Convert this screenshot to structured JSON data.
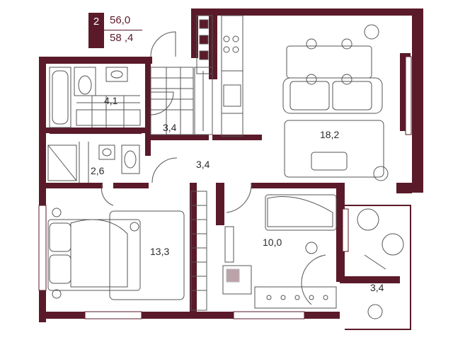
{
  "apartment": {
    "rooms_count": "2",
    "area_1": "56,0",
    "area_2": "58 ,4"
  },
  "rooms": {
    "bathroom": "4,1",
    "hall_small": "3,4",
    "wc": "2,6",
    "corridor": "3,4",
    "living_kitchen": "18,2",
    "bedroom_left": "13,3",
    "bedroom_right": "10,0",
    "balcony": "3,4"
  },
  "colors": {
    "wall": "#5a1a2a",
    "furniture_stroke": "#555555"
  }
}
